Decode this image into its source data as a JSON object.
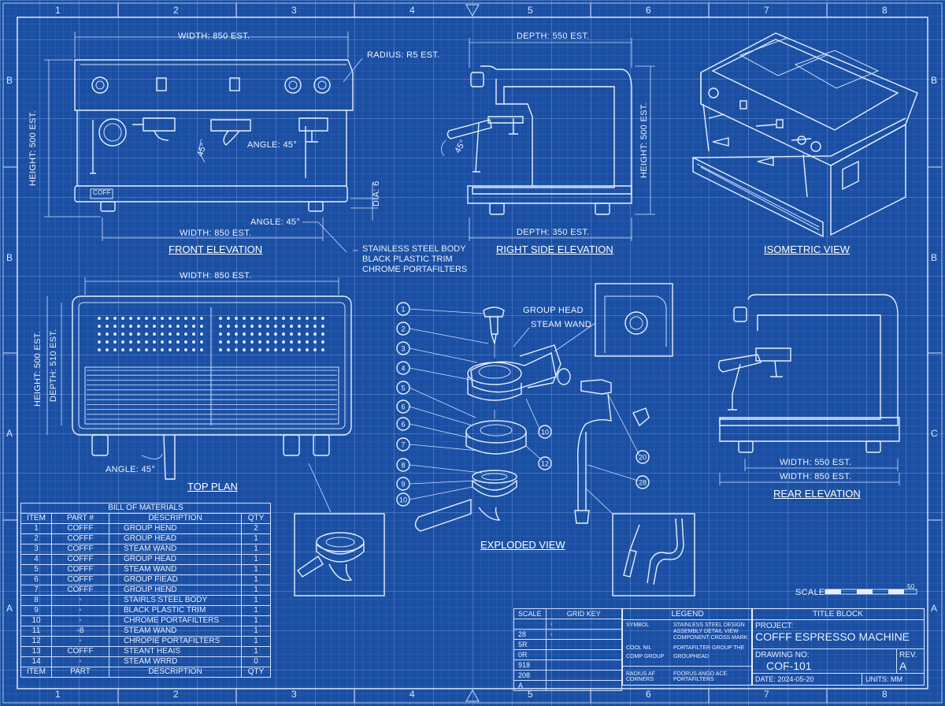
{
  "zones": {
    "columns": [
      "1",
      "2",
      "3",
      "4",
      "5",
      "6",
      "7",
      "8"
    ],
    "rows_left": [
      "B",
      "B",
      "A",
      "A"
    ],
    "rows_right": [
      "B",
      "B",
      "C",
      "A"
    ]
  },
  "views": {
    "front": {
      "title": "FRONT ELEVATION",
      "width_top": "WIDTH: 850 EST.",
      "width_bottom": "WIDTH: 850 EST.",
      "height": "HEIGHT: 500 EST.",
      "radius": "RADIUS: R5 EST.",
      "angle": "ANGLE: 45°",
      "angle_small": "45°",
      "angle_foot": "ANGLE: 45°",
      "foot_dim": "DIA: 6",
      "brand": "COFF"
    },
    "side": {
      "title": "RIGHT SIDE ELEVATION",
      "depth_top": "DEPTH: 550 EST.",
      "depth_bottom": "DEPTH: 350 EST.",
      "height": "HEIGHT: 500 EST.",
      "angle_small": "45°"
    },
    "iso": {
      "title": "ISOMETRIC VIEW"
    },
    "top": {
      "title": "TOP PLAN",
      "width": "WIDTH: 850 EST.",
      "height": "HEIGHT: 500 EST.",
      "depth": "DEPTH: 510 EST.",
      "angle": "ANGLE: 45°"
    },
    "rear": {
      "title": "REAR ELEVATION",
      "width_1": "WIDTH: 550 EST.",
      "width_2": "WIDTH: 850 EST."
    },
    "exploded": {
      "title": "EXPLODED VIEW",
      "callouts_left": [
        "1",
        "2",
        "3",
        "4",
        "5",
        "6",
        "6",
        "7",
        "8",
        "9",
        "10"
      ],
      "callouts_right": [
        "10",
        "12",
        "20",
        "28"
      ],
      "label_group_head": "GROUP HEAD",
      "label_steam_wand": "STEAM WAND"
    }
  },
  "materials_notes": [
    "STAINLESS STEEL BODY",
    "BLACK PLASTIC TRIM",
    "CHROME PORTAFILTERS"
  ],
  "bom": {
    "title": "BILL OF MATERIALS",
    "headers": [
      "ITEM",
      "PART #",
      "DESCRIPTION",
      "QTY"
    ],
    "footer": [
      "ITEM",
      "PART",
      "DESCRIPTION",
      "QTY"
    ],
    "rows": [
      [
        "1",
        "COFFF",
        "GROUP HEND",
        "2"
      ],
      [
        "2",
        "COFFF",
        "GROUP HEAD",
        "1"
      ],
      [
        "3",
        "COFFF",
        "STEAM WAND",
        "1"
      ],
      [
        "4",
        "COFFF",
        "GROUP HEAD",
        "1"
      ],
      [
        "5",
        "COFFF",
        "STEAM WAND",
        "1"
      ],
      [
        "6",
        "COFFF",
        "GROUP FIEAD",
        "1"
      ],
      [
        "7",
        "COFFF",
        "GROUP HEND",
        "1"
      ],
      [
        "8",
        "◦",
        "STAIRLS STEEL BODY",
        "1"
      ],
      [
        "9",
        "◦",
        "BLACK PLASTIC TRIM",
        "1"
      ],
      [
        "10",
        "◦",
        "CHROME PORTAFILTERS",
        "1"
      ],
      [
        "11",
        "◦8",
        "STEAM WAND",
        "1"
      ],
      [
        "12",
        "◦",
        "CHROPIE PORTAFILTERS",
        "1"
      ],
      [
        "13",
        "COFFF",
        "STEANT HEAIS",
        "1"
      ],
      [
        "14",
        "◦",
        "STEAM WRRD",
        "0"
      ]
    ]
  },
  "scale": {
    "label": "SCALE",
    "max": "50"
  },
  "grid_key": {
    "header_scale": "SCALE",
    "header_key": "GRID KEY",
    "rows": [
      "",
      "28",
      "5R",
      "0R",
      "918",
      "208",
      "A"
    ]
  },
  "legend": {
    "title": "LEGEND",
    "items": [
      {
        "symbol": "SYMBOL",
        "text": "STAINLESS STEEL DESIGN ASSEMBLY DETAIL VIEW COMPONENT CROSS MARK"
      },
      {
        "symbol": "COOL NIL",
        "text": "PORTAFILTER GROUP THE"
      },
      {
        "symbol": "COMP GROUP",
        "text": "GROUPHEAD"
      },
      {
        "symbol": "RADIUS AF CORNERS",
        "text": "FOORUS ANGO ACE. PORTAFILTERS"
      }
    ]
  },
  "title_block": {
    "header": "TITLE BLOCK",
    "project_label": "PROJECT:",
    "project": "COFFF ESPRESSO MACHINE",
    "drawing_label": "DRAWING NO:",
    "drawing_no": "COF-101",
    "rev_label": "REV.",
    "rev": "A",
    "date": "DATE: 2024-05-20",
    "units": "UNITS: MM"
  }
}
